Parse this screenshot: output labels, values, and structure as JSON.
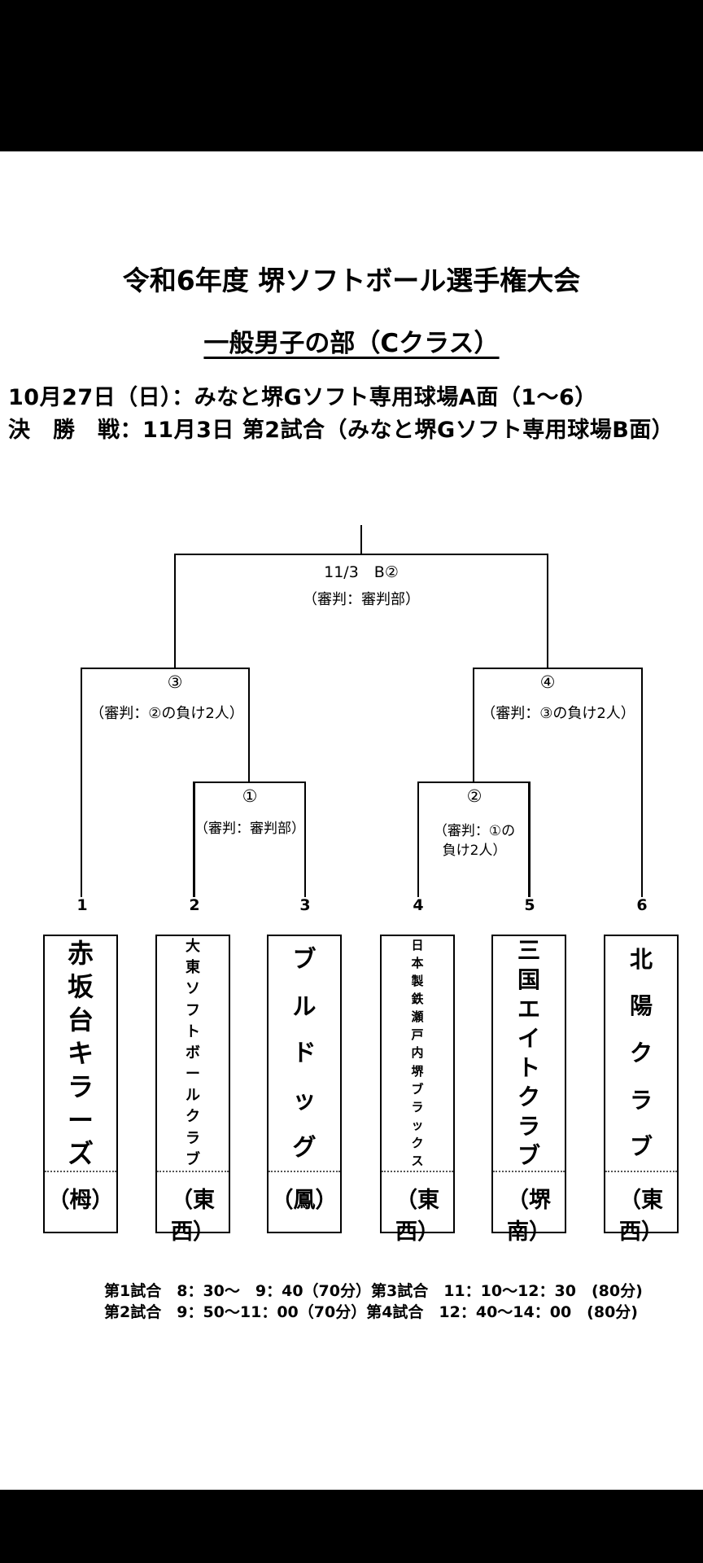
{
  "header": {
    "title": "令和6年度 堺ソフトボール選手権大会",
    "subtitle": "一般男子の部（Cクラス）",
    "info_line1": "10月27日（日）：みなと堺Gソフト専用球場A面（1～6）",
    "info_line2": "決　勝　戦：11月3日 第2試合（みなと堺Gソフト専用球場B面）"
  },
  "bracket": {
    "final": {
      "label": "11/3　B②",
      "referee": "（審判：審判部）"
    },
    "match3": {
      "label": "③",
      "referee": "（審判：②の負け2人）"
    },
    "match4": {
      "label": "④",
      "referee": "（審判：③の負け2人）"
    },
    "match1": {
      "label": "①",
      "referee": "（審判：審判部）"
    },
    "match2": {
      "label": "②",
      "referee_l1": "（審判：①の",
      "referee_l2": "負け2人）"
    }
  },
  "teams": [
    {
      "number": "1",
      "name": [
        "赤",
        "坂",
        "台",
        "キ",
        "ラ",
        "ー",
        "ズ"
      ],
      "club": "（栂）"
    },
    {
      "number": "2",
      "name": [
        "大",
        "東",
        "ソ",
        "フ",
        "ト",
        "ボ",
        "ー",
        "ル",
        "ク",
        "ラ",
        "ブ"
      ],
      "club": "（東西）"
    },
    {
      "number": "3",
      "name": [
        "ブ",
        "ル",
        "ド",
        "ッ",
        "グ"
      ],
      "club": "（鳳）"
    },
    {
      "number": "4",
      "name": [
        "日",
        "本",
        "製",
        "鉄",
        "瀬",
        "戸",
        "内",
        "堺",
        "ブ",
        "ラ",
        "ッ",
        "ク",
        "ス"
      ],
      "club": "（東西）"
    },
    {
      "number": "5",
      "name": [
        "三",
        "国",
        "エ",
        "イ",
        "ト",
        "ク",
        "ラ",
        "ブ"
      ],
      "club": "（堺南）"
    },
    {
      "number": "6",
      "name": [
        "北",
        "陽",
        "ク",
        "ラ",
        "ブ"
      ],
      "club": "（東西）"
    }
  ],
  "schedule": {
    "line1": "第1試合　8：30～　9：40（70分）第3試合　11：10～12：30　(80分)",
    "line2": "第2試合　9：50～11：00（70分）第4試合　12：40～14：00　(80分)"
  }
}
